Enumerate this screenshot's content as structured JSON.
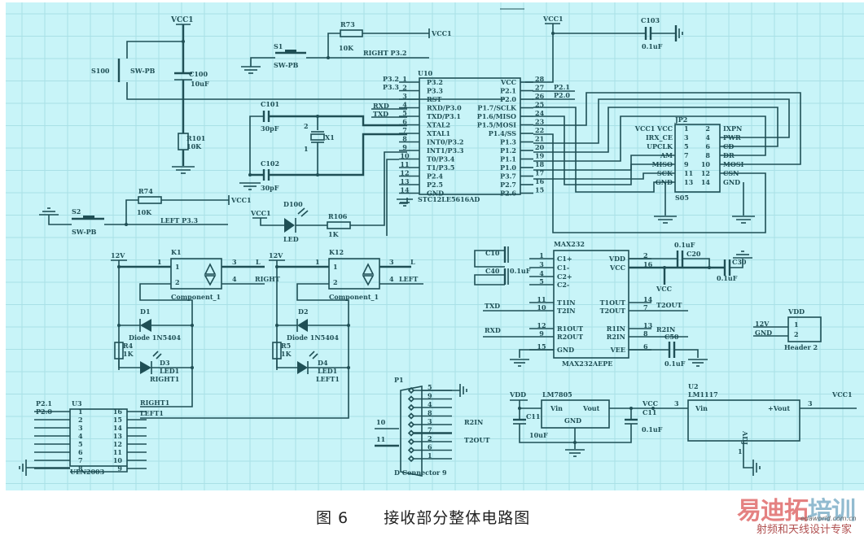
{
  "figure": {
    "caption_number": "图 6",
    "caption_text": "接收部分整体电路图",
    "watermark_main": "易迪拓",
    "watermark_main2": "培训",
    "watermark_sub": "射频和天线设计专家",
    "watermark_url": "edaworld.com.cn"
  },
  "colors": {
    "panel": "#c8f4f8",
    "grid": "#a9e0e6",
    "wire": "#1f4f55"
  },
  "labels": {
    "vcc1": "VCC1",
    "vcc": "VCC",
    "vdd": "VDD",
    "v12": "12V",
    "gnd": "GND",
    "s100": "S100",
    "swpb": "SW-PB",
    "c100": "C100",
    "c100v": "10uF",
    "r101": "R101",
    "r10k": "10K",
    "s1": "S1",
    "s2": "S2",
    "r73": "R73",
    "r74": "R74",
    "right_p32": "RIGHT  P3.2",
    "left_p33": "LEFT    P3.3",
    "c101": "C101",
    "c102": "C102",
    "c30pf": "30pF",
    "x1": "X1",
    "x1p1": "1",
    "x1p2": "2",
    "c103": "C103",
    "c01uf": "0.1uF",
    "rxd": "RXD",
    "txd": "TXD",
    "d100": "D100",
    "led": "LED",
    "r106": "R106",
    "r1k": "1K",
    "k1": "K1",
    "k12": "K12",
    "component": "Component_1",
    "l": "L",
    "right": "RIGHT",
    "left": "LEFT",
    "d1": "D1",
    "d2": "D2",
    "diode": "Diode 1N5404",
    "r4": "R4",
    "r5": "R5",
    "d3": "D3",
    "d4": "D4",
    "led1": "LED1",
    "right1": "RIGHT1",
    "left1": "LEFT1",
    "p1": "P1",
    "dconn": "D Connector 9",
    "r2in": "R2IN",
    "t2out": "T2OUT",
    "u3": "U3",
    "uln": "ULN2003",
    "p21": "P2.1",
    "p20": "P2.0",
    "max": "MAX232",
    "maxpart": "MAX232AEPE",
    "c10": "C10",
    "c40": "C40",
    "c20": "C20",
    "c30": "C30",
    "c50": "C50",
    "header": "Header 2",
    "lm7805": "LM7805",
    "vin": "Vin",
    "vout": "Vout",
    "c11": "C11",
    "c11b": "C11",
    "c10uf": "10uF",
    "u2": "U2",
    "lm1117": "LM1117",
    "vouta": "+Vout",
    "adj": "ADJ",
    "u10": "U10",
    "stc": "STC12LE5616AD",
    "jp2": "JP2",
    "s05": "S05"
  },
  "u10": {
    "left_pins": [
      {
        "num": "1",
        "name": "P3.2"
      },
      {
        "num": "2",
        "name": "P3.3"
      },
      {
        "num": "3",
        "name": "RST"
      },
      {
        "num": "4",
        "name": "RXD/P3.0"
      },
      {
        "num": "5",
        "name": "TXD/P3.1"
      },
      {
        "num": "6",
        "name": "XTAL2"
      },
      {
        "num": "7",
        "name": "XTAL1"
      },
      {
        "num": "8",
        "name": "INT0/P3.2"
      },
      {
        "num": "9",
        "name": "INT1/P3.3"
      },
      {
        "num": "10",
        "name": "T0/P3.4"
      },
      {
        "num": "11",
        "name": "T1/P3.5"
      },
      {
        "num": "12",
        "name": "P2.4"
      },
      {
        "num": "13",
        "name": "P2.5"
      },
      {
        "num": "14",
        "name": "GND"
      }
    ],
    "right_pins": [
      {
        "num": "28",
        "name": "VCC"
      },
      {
        "num": "27",
        "name": "P2.1"
      },
      {
        "num": "26",
        "name": "P2.0"
      },
      {
        "num": "25",
        "name": "P1.7/SCLK"
      },
      {
        "num": "24",
        "name": "P1.6/MISO"
      },
      {
        "num": "23",
        "name": "P1.5/MOSI"
      },
      {
        "num": "22",
        "name": "P1.4/SS"
      },
      {
        "num": "21",
        "name": "P1.3"
      },
      {
        "num": "20",
        "name": "P1.2"
      },
      {
        "num": "19",
        "name": "P1.1"
      },
      {
        "num": "18",
        "name": "P1.0"
      },
      {
        "num": "17",
        "name": "P3.7"
      },
      {
        "num": "16",
        "name": "P2.7"
      },
      {
        "num": "15",
        "name": "P2.6"
      }
    ],
    "ext_left": [
      "P3.2",
      "P3.3"
    ],
    "ext_right": [
      "P2.1",
      "P2.0"
    ]
  },
  "jp2": {
    "left_nets": [
      "VCC1  VCC",
      "IRX_CE",
      "UPCLK",
      "AM",
      "MISO",
      "SCK",
      "GND"
    ],
    "left_pins": [
      "1",
      "3",
      "5",
      "7",
      "9",
      "11",
      "13"
    ],
    "right_pins": [
      "2",
      "4",
      "6",
      "8",
      "10",
      "12",
      "14"
    ],
    "right_nets": [
      "IXPN",
      "PWR",
      "CD",
      "DR",
      "MOSI",
      "CSN",
      "GND"
    ]
  },
  "max232": {
    "left": [
      "C1+",
      "C1-",
      "C2+",
      "C2-",
      "T1IN",
      "T2IN",
      "R1OUT",
      "R2OUT",
      "GND"
    ],
    "left_nums": [
      "1",
      "3",
      "4",
      "5",
      "11",
      "10",
      "12",
      "9",
      "15"
    ],
    "right": [
      "VDD",
      "VCC",
      "T1OUT",
      "T2OUT",
      "R1IN",
      "R2IN",
      "VEE"
    ],
    "right_nums": [
      "2",
      "16",
      "14",
      "7",
      "13",
      "8",
      "6"
    ],
    "ext": [
      "TXD",
      "RXD",
      "T2OUT",
      "R2IN"
    ]
  },
  "uln2003": {
    "left_nums": [
      "1",
      "2",
      "3",
      "4",
      "5",
      "6",
      "7",
      "8"
    ],
    "right_nums": [
      "16",
      "15",
      "14",
      "13",
      "12",
      "11",
      "10",
      "9"
    ]
  },
  "db9": {
    "pins": [
      "5",
      "9",
      "4",
      "8",
      "3",
      "7",
      "2",
      "6",
      "1"
    ],
    "ext": [
      "10",
      "11"
    ]
  },
  "header2": {
    "pins": [
      "1",
      "2"
    ],
    "nets": [
      "12V",
      "GND"
    ]
  }
}
